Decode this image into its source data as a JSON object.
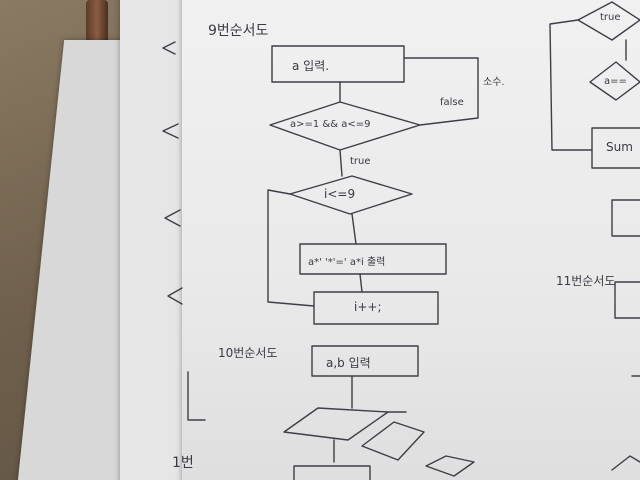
{
  "photo": {
    "subject": "handwritten-flowcharts-on-paper",
    "colors": {
      "ink": "#3e3e48",
      "paper": "#eeeeee",
      "desk": "#6f604c",
      "chair": "#7a4e38"
    }
  },
  "flowchart_9": {
    "heading": "9번순서도",
    "input_box": "a 입력.",
    "decision_range": "a>=1 && a<=9",
    "false_label": "false",
    "loop_back_note": "소수.",
    "true_label": "true",
    "loop_condition": "i<=9",
    "print_box": "a*' '*'=' a*i 출력",
    "increment_box": "i++;"
  },
  "flowchart_10": {
    "heading": "10번순서도",
    "input_box": "a,b 입력"
  },
  "right_page": {
    "top_decision": "true",
    "compare_decision": "a==",
    "sum_box": "Sum",
    "heading_11": "11번순서도"
  },
  "left_page": {
    "bottom_heading": "1번"
  }
}
